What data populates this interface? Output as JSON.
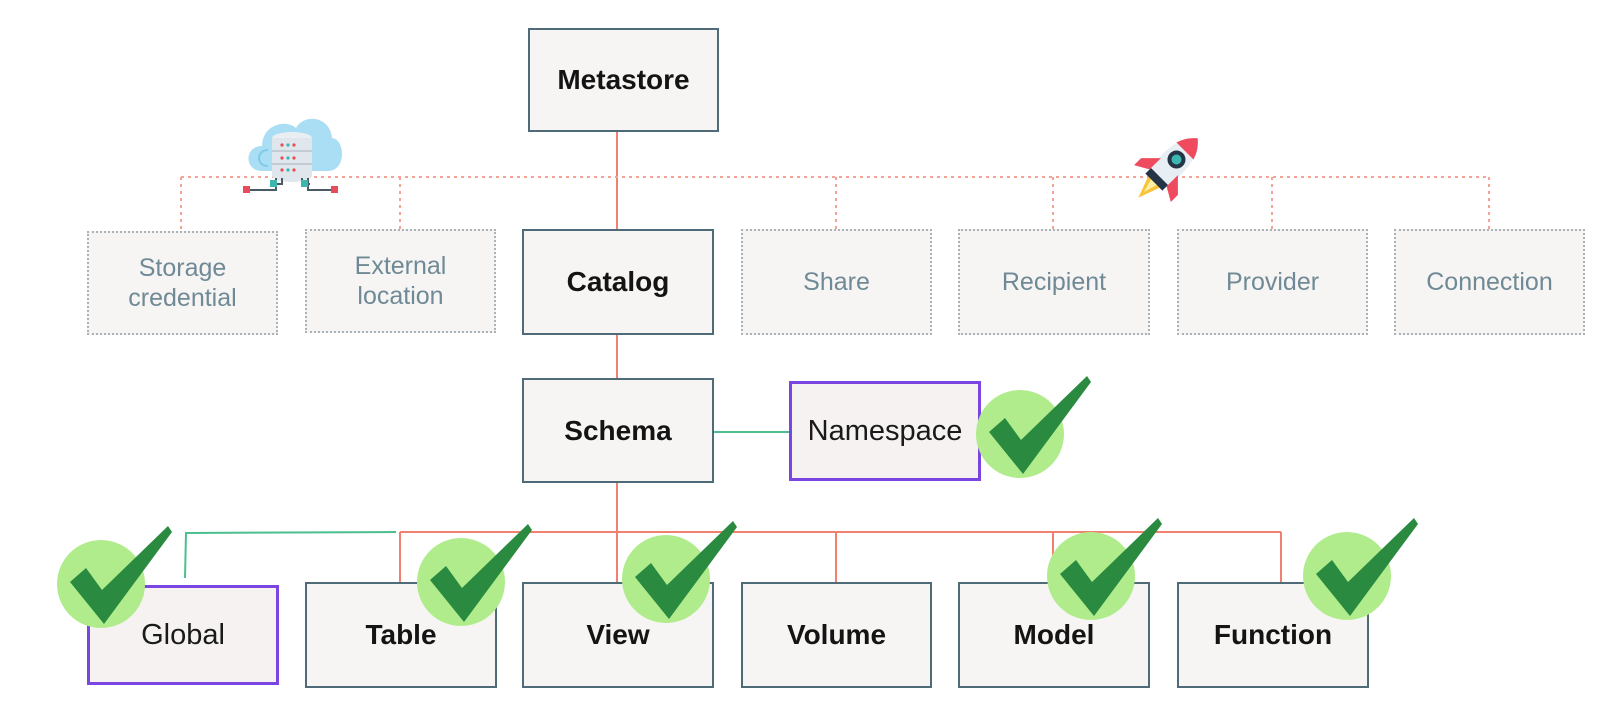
{
  "diagram": {
    "root": {
      "label": "Metastore"
    },
    "securables": [
      {
        "label": "Storage credential",
        "style": "dotted"
      },
      {
        "label": "External location",
        "style": "dotted"
      },
      {
        "label": "Catalog",
        "style": "solid"
      },
      {
        "label": "Share",
        "style": "dotted"
      },
      {
        "label": "Recipient",
        "style": "dotted"
      },
      {
        "label": "Provider",
        "style": "dotted"
      },
      {
        "label": "Connection",
        "style": "dotted"
      }
    ],
    "schema": {
      "label": "Schema"
    },
    "namespace": {
      "label": "Namespace",
      "checked": true
    },
    "objects": [
      {
        "label": "Global",
        "checked": true,
        "highlight": true
      },
      {
        "label": "Table",
        "checked": true
      },
      {
        "label": "View",
        "checked": true
      },
      {
        "label": "Volume",
        "checked": false
      },
      {
        "label": "Model",
        "checked": true
      },
      {
        "label": "Function",
        "checked": true
      }
    ],
    "icons": [
      "cloud-database-icon",
      "rocket-icon",
      "checkmark-icon"
    ]
  },
  "colors": {
    "connector": "#f08070",
    "green_connector": "#4cbf8e",
    "dotted_connector": "#f4a497",
    "box_border": "#4f6b78",
    "dotted_border": "#a9b3b9",
    "dotted_text": "#6f8a96",
    "highlight_border": "#7a45e0",
    "check_circle": "#b0ec8c",
    "check_mark": "#2a8a40"
  }
}
